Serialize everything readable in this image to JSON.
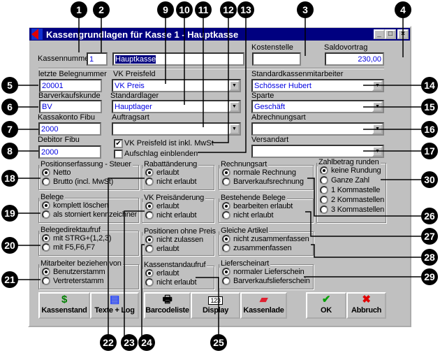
{
  "window": {
    "title": "Kassengrundlagen für Kasse 1 - Hauptkasse",
    "minimize": "_",
    "maximize": "□",
    "close": "×"
  },
  "fields": {
    "kassennummer": {
      "label": "Kassennumme",
      "value": "1"
    },
    "name": {
      "value": "Hauptkasse"
    },
    "kostenstelle": {
      "label": "Kostenstelle",
      "value": ""
    },
    "saldovortrag": {
      "label": "Saldovortrag",
      "value": "230,00"
    },
    "belegnummer": {
      "label": "letzte Belegnummer",
      "value": "20001"
    },
    "barverkaufskunde": {
      "label": "Barverkaufskunde",
      "value": "BV"
    },
    "kassakonto": {
      "label": "Kassakonto Fibu",
      "value": "2000"
    },
    "debitor": {
      "label": "Debitor Fibu",
      "value": "2000"
    },
    "vkpreisfeld": {
      "label": "VK Preisfeld",
      "value": "VK Preis"
    },
    "standardlager": {
      "label": "Standardlager",
      "value": "Hauptlager"
    },
    "auftragsart": {
      "label": "Auftragsart",
      "value": ""
    },
    "mitarbeiter": {
      "label": "Standardkassenmitarbeiter",
      "value": "Schösser Hubert"
    },
    "sparte": {
      "label": "Sparte",
      "value": "Geschäft"
    },
    "abrechnungsart": {
      "label": "Abrechnungsart",
      "value": ""
    },
    "versandart": {
      "label": "Versandart",
      "value": ""
    }
  },
  "checkboxes": [
    {
      "label": "VK Preisfeld  ist inkl. MwSt",
      "checked": true
    },
    {
      "label": "Aufschlag einblenden",
      "checked": false
    }
  ],
  "groups": [
    {
      "title": "Positionserfassung - Steuer",
      "options": [
        "Netto",
        "Brutto (incl. MwSt)"
      ],
      "selected": 0
    },
    {
      "title": "Rabattänderung",
      "options": [
        "erlaubt",
        "nicht erlaubt"
      ],
      "selected": 0
    },
    {
      "title": "Rechnungsart",
      "options": [
        "normale Rechnung",
        "Barverkaufsrechnung"
      ],
      "selected": 0
    },
    {
      "title": "Zahlbetrag runden",
      "options": [
        "keine Rundung",
        "Ganze Zahl",
        "1 Kommastelle",
        "2 Kommastellen",
        "3 Kommastellen"
      ],
      "selected": 0
    },
    {
      "title": "Belege",
      "options": [
        "komplett löschen",
        "als storniert kennzeichnen"
      ],
      "selected": 0
    },
    {
      "title": "VK Preisänderung",
      "options": [
        "erlaubt",
        "nicht erlaubt"
      ],
      "selected": 0
    },
    {
      "title": "Bestehende Belege",
      "options": [
        "bearbeiten erlaubt",
        "nicht erlaubt"
      ],
      "selected": 0
    },
    {
      "title": "Belegedirektaufruf",
      "options": [
        "mit STRG+(1,2,3)",
        "mit F5,F6,F7"
      ],
      "selected": 0
    },
    {
      "title": "Positionen ohne Preis",
      "options": [
        "nicht zulassen",
        "erlaubt"
      ],
      "selected": 0
    },
    {
      "title": "Gleiche Artikel",
      "options": [
        "nicht zusammenfassen",
        "zusammenfassen"
      ],
      "selected": 0
    },
    {
      "title": "Mitarbeiter beziehen von",
      "options": [
        "Benutzerstamm",
        "Vertreterstamm"
      ],
      "selected": 0
    },
    {
      "title": "Kassenstandaufruf",
      "options": [
        "erlaubt",
        "nicht erlaubt"
      ],
      "selected": 0
    },
    {
      "title": "Lieferscheinart",
      "options": [
        "normaler Lieferschein",
        "Barverkaufslieferschein"
      ],
      "selected": 0
    }
  ],
  "buttons": [
    {
      "label": "Kassenstand",
      "icon": "dollar-icon",
      "glyph": "$",
      "color": "#008000"
    },
    {
      "label": "Texte + Log",
      "icon": "notepad-icon",
      "glyph": "▤",
      "color": "#2040ff"
    },
    {
      "label": "Barcodeliste",
      "icon": "printer-icon",
      "glyph": "🖶",
      "color": "#000"
    },
    {
      "label": "Display",
      "icon": "display-123-icon",
      "glyph": "123",
      "color": "#000"
    },
    {
      "label": "Kassenlade",
      "icon": "cash-drawer-icon",
      "glyph": "▰",
      "color": "#e02030"
    },
    {
      "label": "OK",
      "icon": "checkmark-icon",
      "glyph": "✔",
      "color": "#00a000"
    },
    {
      "label": "Abbruch",
      "icon": "cross-icon",
      "glyph": "✖",
      "color": "#e00000"
    }
  ],
  "callouts": [
    "1",
    "2",
    "9",
    "10",
    "11",
    "12",
    "13",
    "3",
    "4",
    "5",
    "6",
    "7",
    "8",
    "14",
    "15",
    "16",
    "17",
    "18",
    "19",
    "20",
    "21",
    "30",
    "26",
    "27",
    "28",
    "29",
    "22",
    "23",
    "24",
    "25"
  ]
}
